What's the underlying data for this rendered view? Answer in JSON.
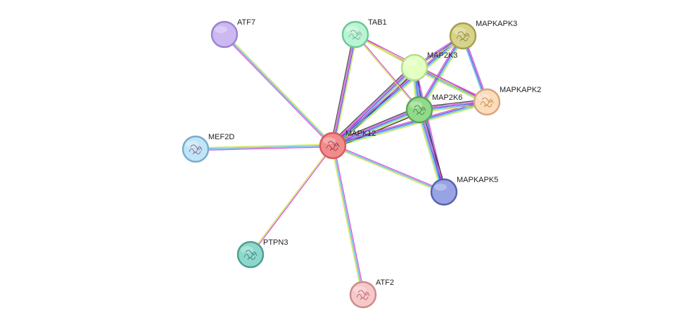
{
  "network": {
    "nodes": [
      {
        "id": "MAPK12",
        "label": "MAPK12",
        "fill": "#f08c8c",
        "stroke": "#d85858",
        "structure": true,
        "glyph": "red"
      },
      {
        "id": "ATF7",
        "label": "ATF7",
        "fill": "#cdb9f2",
        "stroke": "#9a82cf",
        "structure": false
      },
      {
        "id": "TAB1",
        "label": "TAB1",
        "fill": "#b9f5d2",
        "stroke": "#6cc798",
        "structure": true,
        "glyph": "grey"
      },
      {
        "id": "MAPKAPK3",
        "label": "MAPKAPK3",
        "fill": "#d8d38a",
        "stroke": "#a59f48",
        "structure": true,
        "glyph": "olive"
      },
      {
        "id": "MAP2K3",
        "label": "MAP2K3",
        "fill": "#e3ffc2",
        "stroke": "#b7dc8c",
        "structure": false
      },
      {
        "id": "MAPKAPK2",
        "label": "MAPKAPK2",
        "fill": "#fbdcbc",
        "stroke": "#d8a57a",
        "structure": true,
        "glyph": "orange"
      },
      {
        "id": "MAP2K6",
        "label": "MAP2K6",
        "fill": "#93d98b",
        "stroke": "#5aa652",
        "structure": true,
        "glyph": "green"
      },
      {
        "id": "MEF2D",
        "label": "MEF2D",
        "fill": "#bfe5f8",
        "stroke": "#7aabc9",
        "structure": true,
        "glyph": "blue"
      },
      {
        "id": "MAPKAPK5",
        "label": "MAPKAPK5",
        "fill": "#98a3e3",
        "stroke": "#5660b2",
        "structure": false
      },
      {
        "id": "PTPN3",
        "label": "PTPN3",
        "fill": "#8cd9cb",
        "stroke": "#4d9e91",
        "structure": true,
        "glyph": "teal"
      },
      {
        "id": "ATF2",
        "label": "ATF2",
        "fill": "#f6c8c8",
        "stroke": "#c98a8a",
        "structure": true,
        "glyph": "rose"
      }
    ],
    "edges": [
      {
        "a": "MAPK12",
        "b": "ATF7",
        "colors": [
          "#d63bd6",
          "#3bb4e0",
          "#c6e23a"
        ]
      },
      {
        "a": "MAPK12",
        "b": "MEF2D",
        "colors": [
          "#d63bd6",
          "#3bb4e0",
          "#c6e23a"
        ]
      },
      {
        "a": "MAPK12",
        "b": "PTPN3",
        "colors": [
          "#d63bd6",
          "#c6e23a"
        ]
      },
      {
        "a": "MAPK12",
        "b": "ATF2",
        "colors": [
          "#d63bd6",
          "#3bb4e0",
          "#c6e23a"
        ]
      },
      {
        "a": "MAPK12",
        "b": "TAB1",
        "colors": [
          "#333333",
          "#d63bd6",
          "#3b3bd6",
          "#c6e23a"
        ]
      },
      {
        "a": "MAPK12",
        "b": "MAP2K3",
        "colors": [
          "#333333",
          "#d63bd6",
          "#3b3bd6",
          "#3bb4e0",
          "#c6e23a",
          "#222222"
        ]
      },
      {
        "a": "MAPK12",
        "b": "MAP2K6",
        "colors": [
          "#333333",
          "#d63bd6",
          "#3b3bd6",
          "#3bb4e0",
          "#c6e23a",
          "#222222"
        ]
      },
      {
        "a": "MAPK12",
        "b": "MAPKAPK3",
        "colors": [
          "#d63bd6",
          "#3b3bd6",
          "#3bb4e0",
          "#c6e23a"
        ]
      },
      {
        "a": "MAPK12",
        "b": "MAPKAPK2",
        "colors": [
          "#d63bd6",
          "#3b3bd6",
          "#3bb4e0",
          "#c6e23a"
        ]
      },
      {
        "a": "MAPK12",
        "b": "MAPKAPK5",
        "colors": [
          "#d63bd6",
          "#3bb4e0",
          "#c6e23a"
        ]
      },
      {
        "a": "TAB1",
        "b": "MAP2K3",
        "colors": [
          "#d63bd6",
          "#c6e23a"
        ]
      },
      {
        "a": "TAB1",
        "b": "MAP2K6",
        "colors": [
          "#d63bd6",
          "#c6e23a"
        ]
      },
      {
        "a": "MAP2K3",
        "b": "MAP2K6",
        "colors": [
          "#333333",
          "#d63bd6",
          "#3b3bd6",
          "#3bb4e0",
          "#c6e23a"
        ]
      },
      {
        "a": "MAP2K3",
        "b": "MAPKAPK3",
        "colors": [
          "#d63bd6",
          "#3b3bd6",
          "#c6e23a"
        ]
      },
      {
        "a": "MAP2K3",
        "b": "MAPKAPK2",
        "colors": [
          "#d63bd6",
          "#3b3bd6",
          "#3bb4e0",
          "#c6e23a"
        ]
      },
      {
        "a": "MAP2K3",
        "b": "MAPKAPK5",
        "colors": [
          "#d63bd6",
          "#3b3bd6",
          "#3bb4e0"
        ]
      },
      {
        "a": "MAP2K6",
        "b": "MAPKAPK3",
        "colors": [
          "#d63bd6",
          "#3b3bd6",
          "#3bb4e0",
          "#c6e23a"
        ]
      },
      {
        "a": "MAP2K6",
        "b": "MAPKAPK2",
        "colors": [
          "#333333",
          "#d63bd6",
          "#3b3bd6",
          "#3bb4e0",
          "#c6e23a"
        ]
      },
      {
        "a": "MAP2K6",
        "b": "MAPKAPK5",
        "colors": [
          "#333333",
          "#d63bd6",
          "#3b3bd6",
          "#3bb4e0",
          "#c6e23a"
        ]
      },
      {
        "a": "MAPKAPK3",
        "b": "MAPKAPK2",
        "colors": [
          "#d63bd6",
          "#3b3bd6",
          "#3bb4e0"
        ]
      },
      {
        "a": "TAB1",
        "b": "MAPKAPK2",
        "colors": [
          "#d63bd6",
          "#c6e23a"
        ]
      }
    ]
  }
}
